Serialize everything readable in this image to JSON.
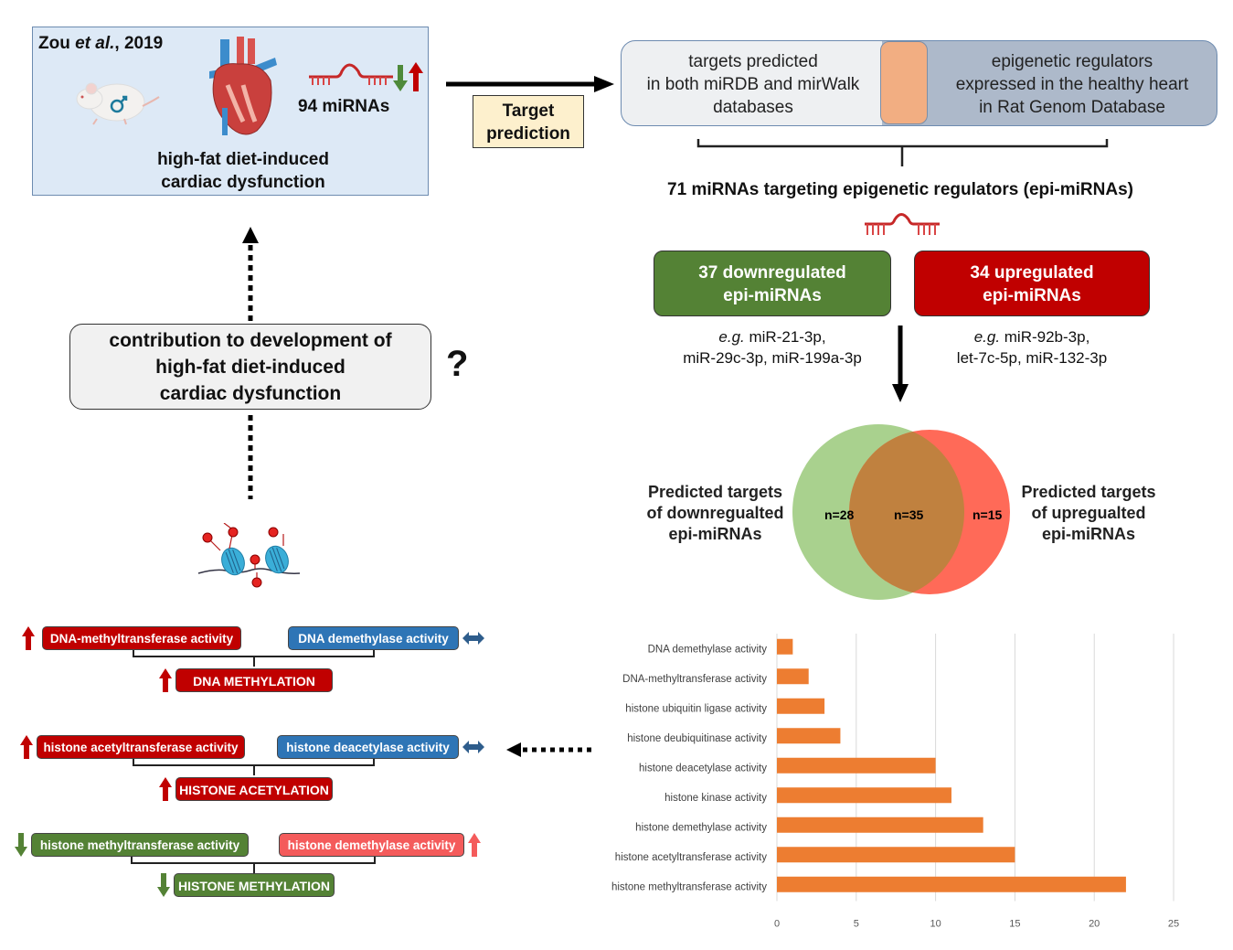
{
  "study": {
    "citation_author": "Zou ",
    "citation_etal": "et al.",
    "citation_year": ", 2019",
    "mirna_count": "94 miRNAs",
    "description_line1": "high-fat diet-induced",
    "description_line2": "cardiac dysfunction",
    "icons": [
      "rat-icon",
      "male-symbol-icon",
      "heart-icon",
      "mirna-icon",
      "down-arrow-icon",
      "up-arrow-icon"
    ]
  },
  "target_prediction": {
    "label_line1": "Target",
    "label_line2": "prediction"
  },
  "databases": {
    "left_line1": "targets predicted",
    "left_line2": "in both miRDB and mirWalk",
    "left_line3": "databases",
    "right_line1": "epigenetic regulators",
    "right_line2": "expressed in the healthy heart",
    "right_line3": "in Rat Genom Database"
  },
  "epi_mirnas": {
    "title": "71 miRNAs targeting epigenetic regulators (epi-miRNAs)",
    "down": {
      "line1": "37 downregulated",
      "line2": "epi-miRNAs",
      "eg": "e.g.",
      "examples_line1": " miR-21-3p,",
      "examples_line2": "miR-29c-3p, miR-199a-3p"
    },
    "up": {
      "line1": "34 upregulated",
      "line2": "epi-miRNAs",
      "eg": "e.g.",
      "examples_line1": " miR-92b-3p,",
      "examples_line2": "let-7c-5p, miR-132-3p"
    }
  },
  "venn": {
    "left_label_line1": "Predicted targets",
    "left_label_line2": "of downregualted",
    "left_label_line3": "epi-miRNAs",
    "right_label_line1": "Predicted targets",
    "right_label_line2": "of upregualted",
    "right_label_line3": "epi-miRNAs",
    "left_only": "n=28",
    "overlap": "n=35",
    "right_only": "n=15",
    "colors": {
      "left": "#a9d18e",
      "right": "#ff6a58",
      "overlap": "#c0813f"
    }
  },
  "contribution": {
    "line1": "contribution to development of",
    "line2": "high-fat diet-induced",
    "line3": "cardiac dysfunction",
    "question": "?"
  },
  "epigenetic_effects": {
    "dna": {
      "left": "DNA-methyltransferase activity",
      "left_trend": "up",
      "right": "DNA demethylase activity",
      "right_trend": "unchanged",
      "result": "DNA METHYLATION",
      "result_trend": "up"
    },
    "acetylation": {
      "left": "histone acetyltransferase activity",
      "left_trend": "up",
      "right": "histone deacetylase activity",
      "right_trend": "unchanged",
      "result": "HISTONE ACETYLATION",
      "result_trend": "up"
    },
    "methylation": {
      "left": "histone methyltransferase activity",
      "left_trend": "down",
      "right": "histone demethylase activity",
      "right_trend": "up",
      "result": "HISTONE METHYLATION",
      "result_trend": "down"
    }
  },
  "chart_data": {
    "type": "bar",
    "orientation": "horizontal",
    "categories": [
      "DNA demethylase activity",
      "DNA-methyltransferase activity",
      "histone ubiquitin ligase activity",
      "histone deubiquitinase activity",
      "histone deacetylase activity",
      "histone kinase activity",
      "histone demethylase activity",
      "histone acetyltransferase activity",
      "histone methyltransferase activity"
    ],
    "values": [
      1,
      2,
      3,
      4,
      10,
      11,
      13,
      15,
      22
    ],
    "xlim": [
      0,
      25
    ],
    "xticks": [
      0,
      5,
      10,
      15,
      20,
      25
    ],
    "title": "",
    "xlabel": "",
    "ylabel": "",
    "grid": true,
    "bar_color": "#ed7d31"
  }
}
